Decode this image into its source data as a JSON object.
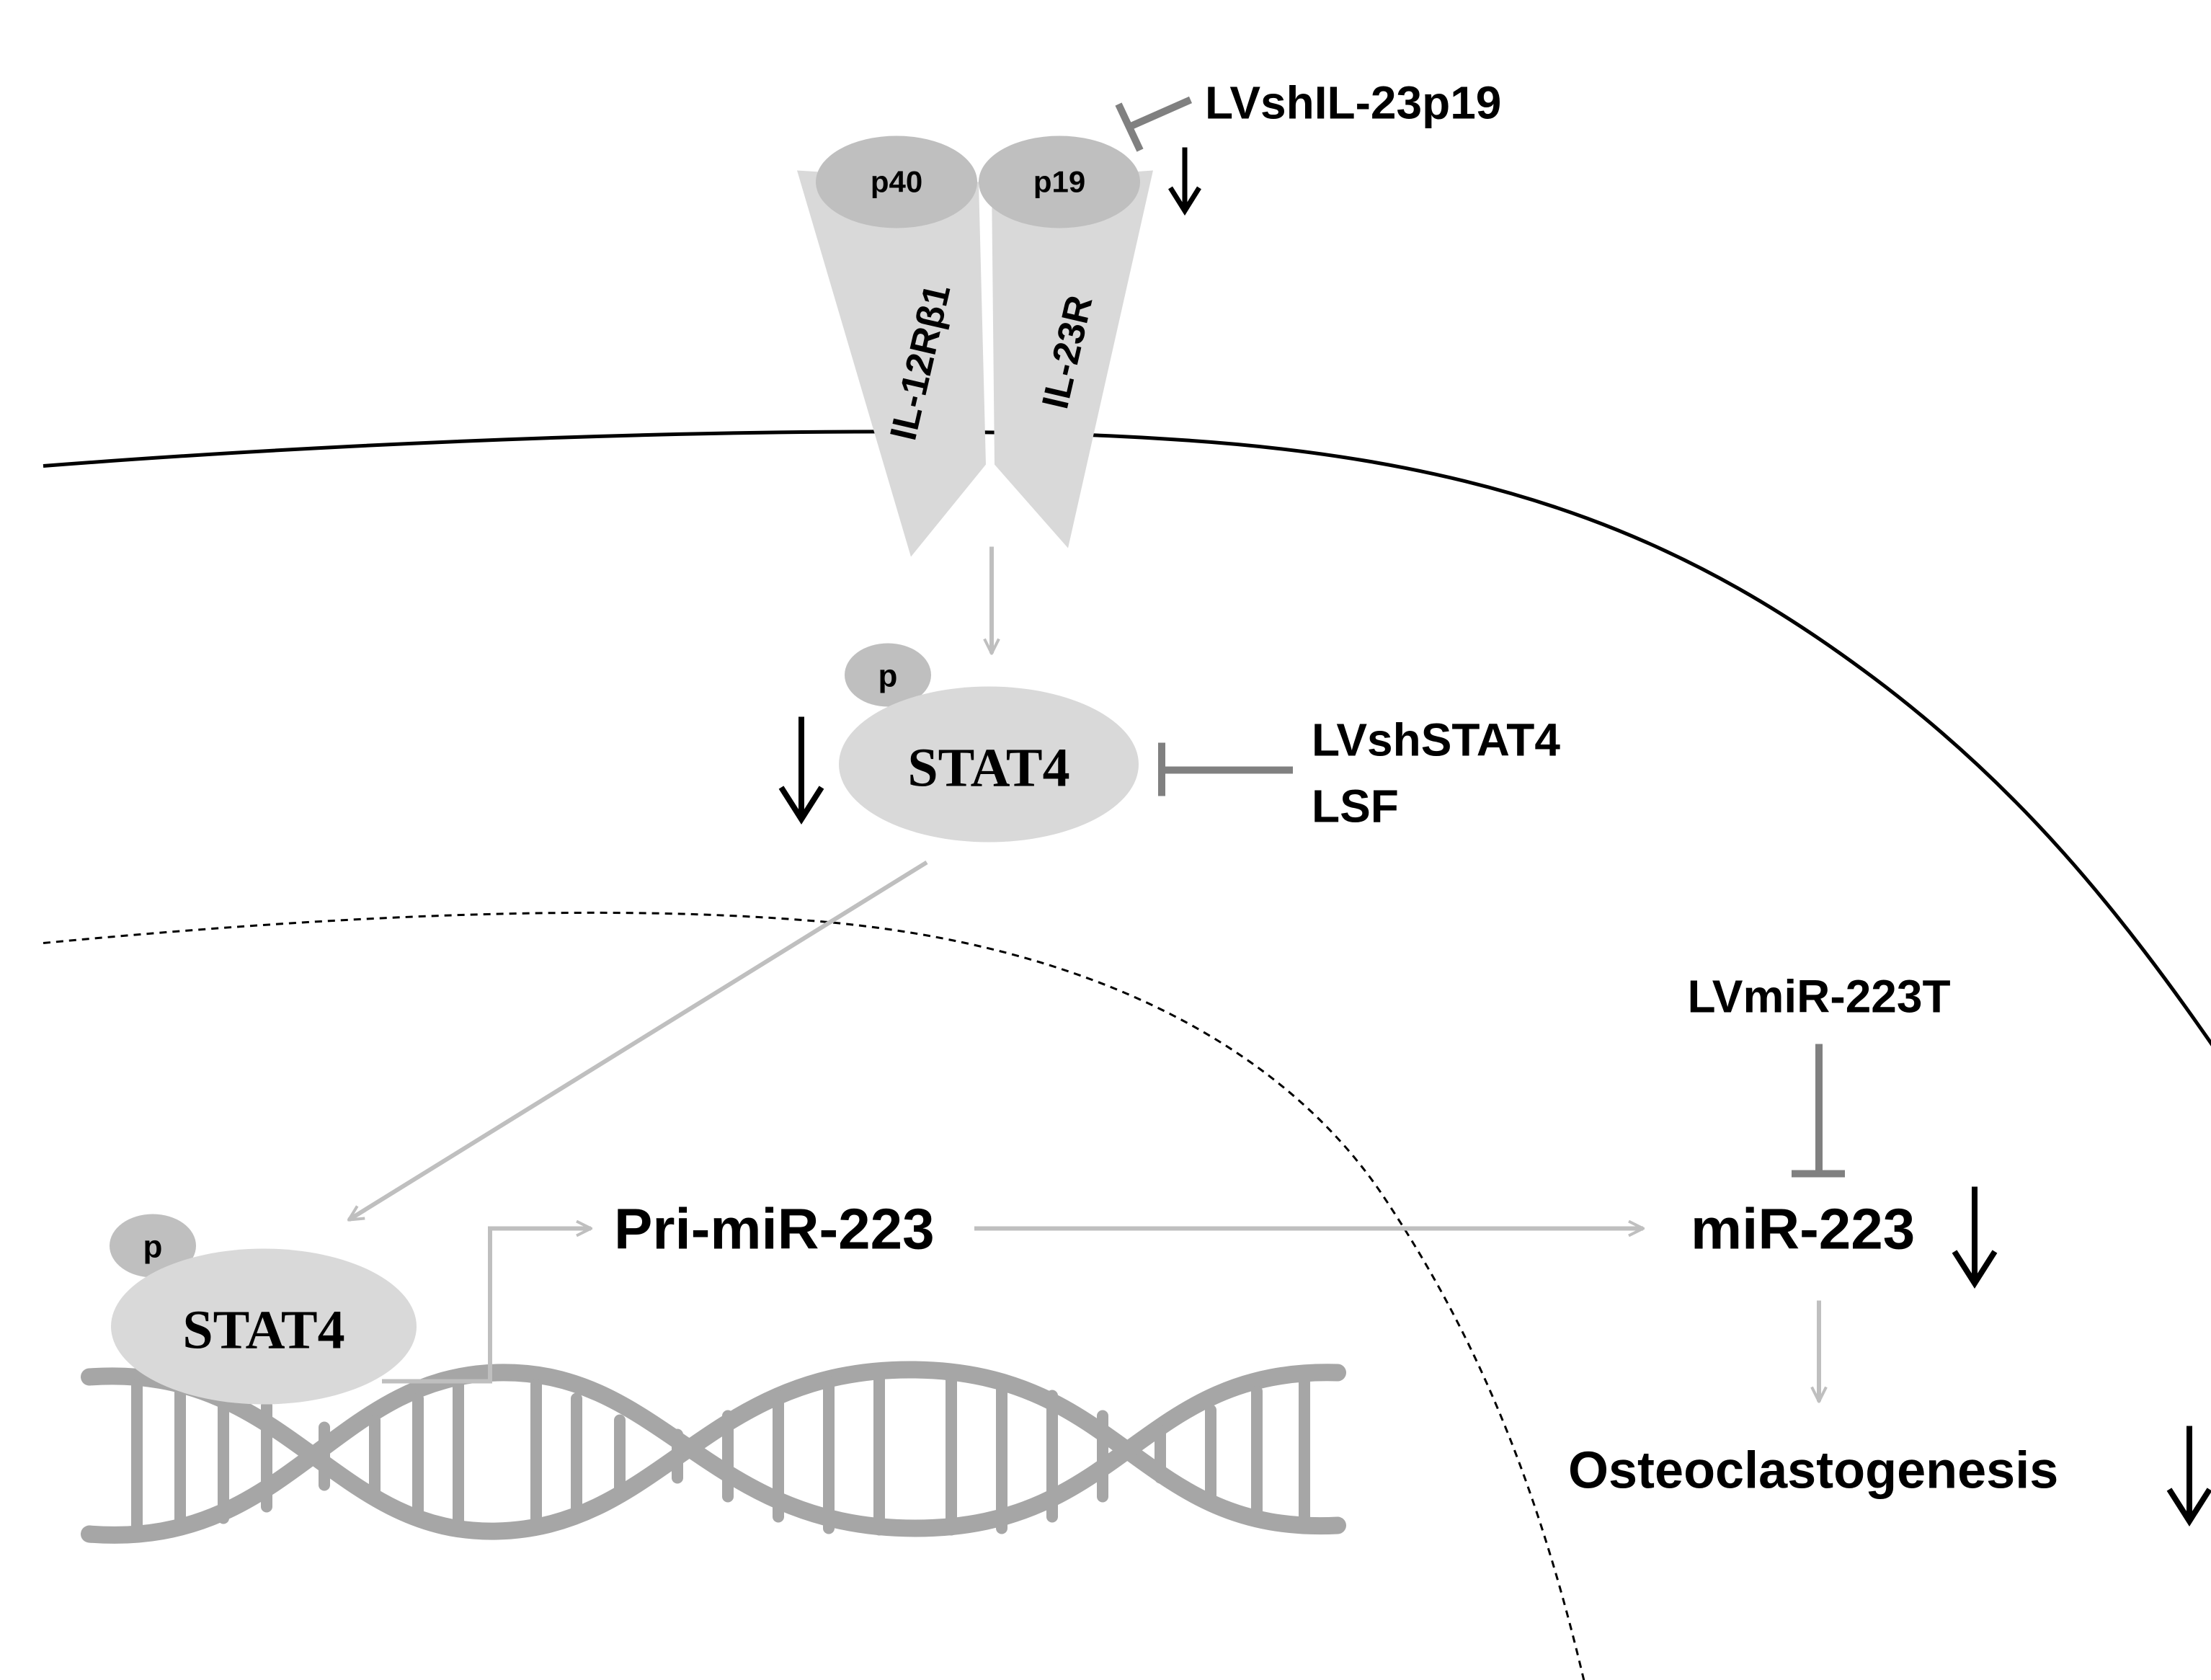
{
  "labels": {
    "inhibitor_top": "LVshIL-23p19",
    "p40": "p40",
    "p19": "p19",
    "receptor_left": "IL-12Rβ1",
    "receptor_right": "IL-23R",
    "phospho_top": "p",
    "stat4_top": "STAT4",
    "inhibitor_mid_1": "LVshSTAT4",
    "inhibitor_mid_2": "LSF",
    "inhibitor_right": "LVmiR-223T",
    "phospho_bottom": "p",
    "stat4_bottom": "STAT4",
    "pri_mir": "Pri-miR-223",
    "mir": "miR-223",
    "outcome": "Osteoclastogenesis"
  },
  "colors": {
    "membrane": "#000000",
    "receptor": "#d9d9d9",
    "subunit": "#bfbfbf",
    "stat4": "#d9d9d9",
    "phospho": "#bfbfbf",
    "arrow": "#bfbfbf",
    "inhibitor": "#808080",
    "dna": "#a6a6a6",
    "down_arrow": "#000000",
    "text": "#000000"
  }
}
